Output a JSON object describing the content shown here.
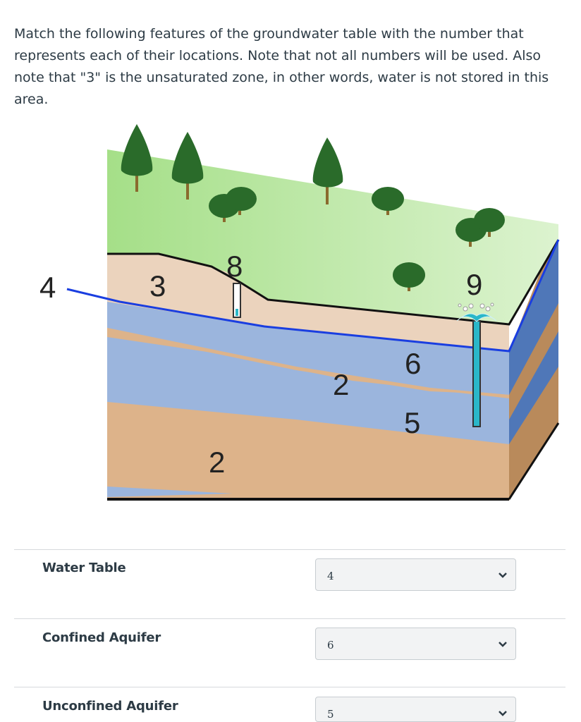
{
  "question": {
    "text": "Match the following features of the groundwater table with the number that represents each of their locations. Note that not all numbers will be used. Also note that \"3\" is the unsaturated zone, in other words, water is not stored in this area."
  },
  "diagram": {
    "labels": {
      "n4": "4",
      "n3": "3",
      "n8": "8",
      "n9": "9",
      "n6": "6",
      "n2_upper": "2",
      "n5": "5",
      "n2_lower": "2"
    },
    "colors": {
      "grass": "#b7e69b",
      "unsaturated": "#ebd3bd",
      "aquifer": "#9bb5dd",
      "aquitard": "#ddb38a",
      "water_table": "#1a3ee0",
      "tree": "#2a6b2a",
      "well": "#2ab7c9"
    }
  },
  "matches": [
    {
      "label": "Water Table",
      "selected": "4"
    },
    {
      "label": "Confined Aquifer",
      "selected": "6"
    },
    {
      "label": "Unconfined Aquifer",
      "selected": "5"
    }
  ]
}
